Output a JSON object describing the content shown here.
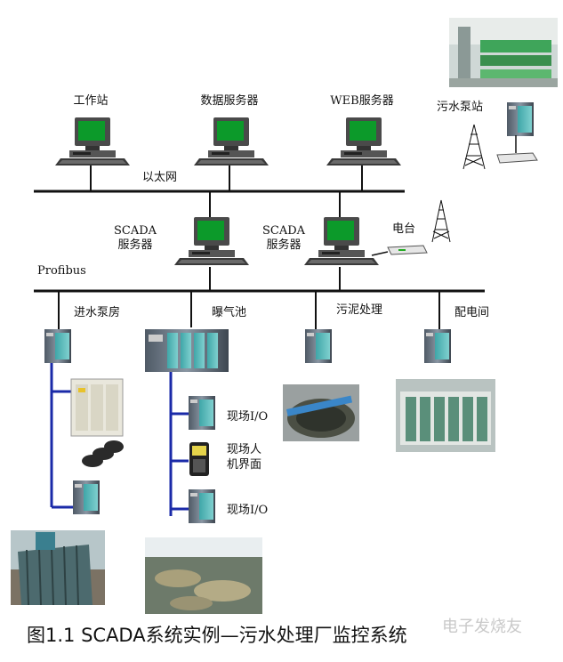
{
  "network": {
    "ethernet": "以太网",
    "profibus": "Profibus"
  },
  "nodes": {
    "workstation": "工作站",
    "db_server": "数据服务器",
    "web_server": "WEB服务器",
    "pump_station": "污水泵站",
    "scada_left": [
      "SCADA",
      "服务器"
    ],
    "scada_right": [
      "SCADA",
      "服务器"
    ],
    "radio": "电台",
    "inlet_pump": "进水泵房",
    "aeration": "曝气池",
    "sludge": "污泥处理",
    "power_room": "配电间",
    "field_io_1": "现场I/O",
    "field_hmi": [
      "现场人",
      "机界面"
    ],
    "field_io_2": "现场I/O"
  },
  "caption": "图1.1  SCADA系统实例—污水处理厂监控系统",
  "watermark": "电子发烧友"
}
